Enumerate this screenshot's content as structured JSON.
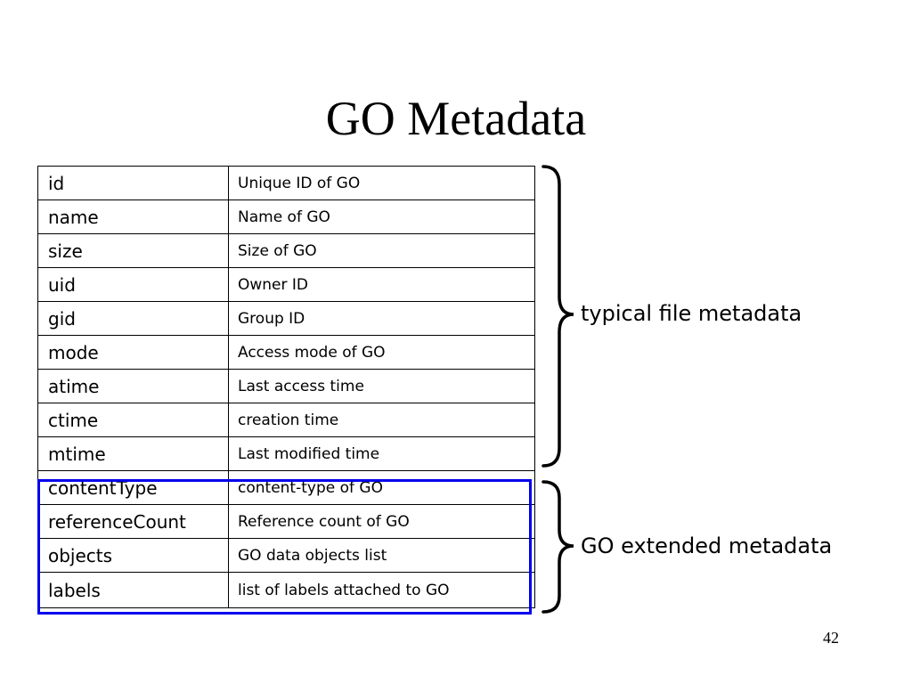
{
  "slide": {
    "title": "GO Metadata",
    "page_number": "42"
  },
  "table": {
    "rows": [
      {
        "field": "id",
        "description": "Unique ID of GO"
      },
      {
        "field": "name",
        "description": "Name of GO"
      },
      {
        "field": "size",
        "description": "Size of GO"
      },
      {
        "field": "uid",
        "description": "Owner ID"
      },
      {
        "field": "gid",
        "description": "Group ID"
      },
      {
        "field": "mode",
        "description": "Access mode of GO"
      },
      {
        "field": "atime",
        "description": "Last access time"
      },
      {
        "field": "ctime",
        "description": "creation time"
      },
      {
        "field": "mtime",
        "description": "Last modified time"
      },
      {
        "field": "contentType",
        "description": "content-type of GO"
      },
      {
        "field": "referenceCount",
        "description": "Reference count of GO"
      },
      {
        "field": "objects",
        "description": "GO data objects list"
      },
      {
        "field": "labels",
        "description": "list of labels attached to GO"
      }
    ]
  },
  "groups": {
    "typical": {
      "label": "typical file metadata"
    },
    "extended": {
      "label": "GO extended metadata",
      "highlight_color": "#0000ee"
    }
  }
}
